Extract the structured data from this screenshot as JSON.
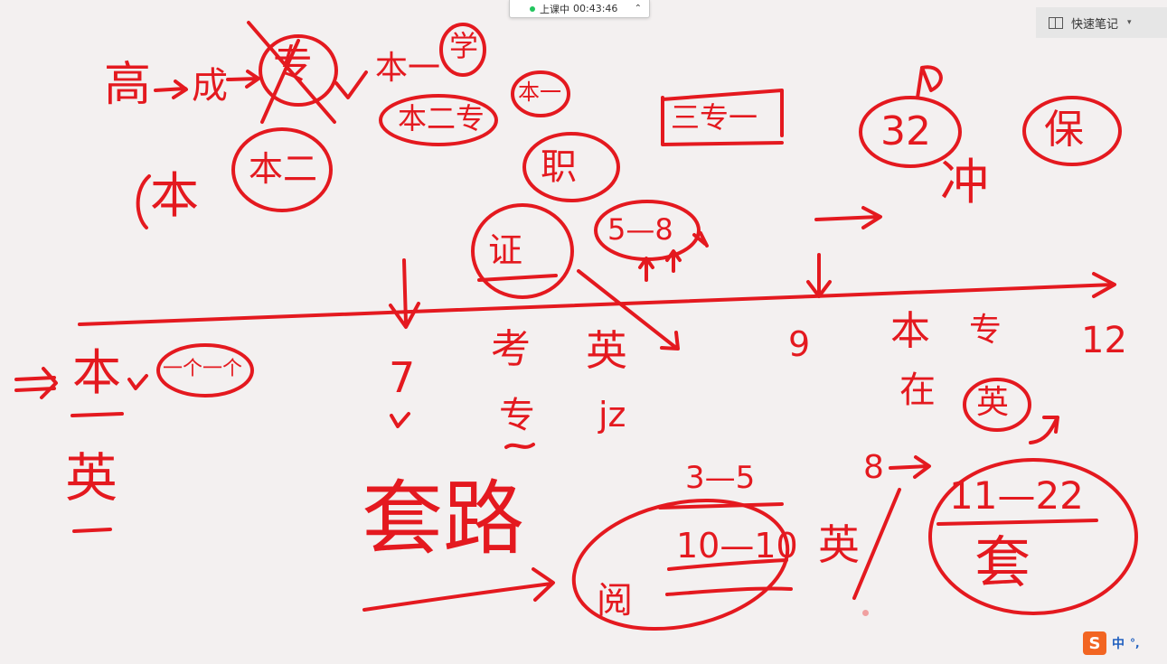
{
  "class_bar": {
    "status_text": "上课中",
    "timer": "00:43:46",
    "collapse_icon": "chevron-up-icon"
  },
  "quick_notes": {
    "label": "快速笔记",
    "icon": "book-icon"
  },
  "ime": {
    "logo": "S",
    "mode": "中",
    "punct": "°,"
  },
  "ink_color": "#e4191f",
  "annotations": {
    "gao": "高",
    "cheng": "成",
    "yi_zhuan": "专",
    "ben_yi": "本一",
    "xue": "学",
    "ben_er_zhuan": "本二专",
    "ben_san": "本一",
    "san_zhuan_yi": "三专一",
    "zhi": "职",
    "ben_er": "本二",
    "zheng": "证",
    "jiezhu": "jz",
    "wu_ba": "5—8",
    "sanshier": "32",
    "chong": "冲",
    "bao": "保",
    "ge_yi_ge": "一个一个",
    "ben_mark": "本",
    "ying_mark": "英",
    "num7": "7",
    "kaoben": "考",
    "zhuan_mark": "专",
    "ying2": "英",
    "num9": "9",
    "ben3": "本",
    "zhuan3": "专",
    "num12": "12",
    "zai": "在",
    "ying3": "英",
    "tao_lu": "套路",
    "san_wu": "3—5",
    "zhen": "阅",
    "shi": "10—10",
    "ying4": "英",
    "num8": "8",
    "range": "11—22",
    "tao": "套"
  }
}
